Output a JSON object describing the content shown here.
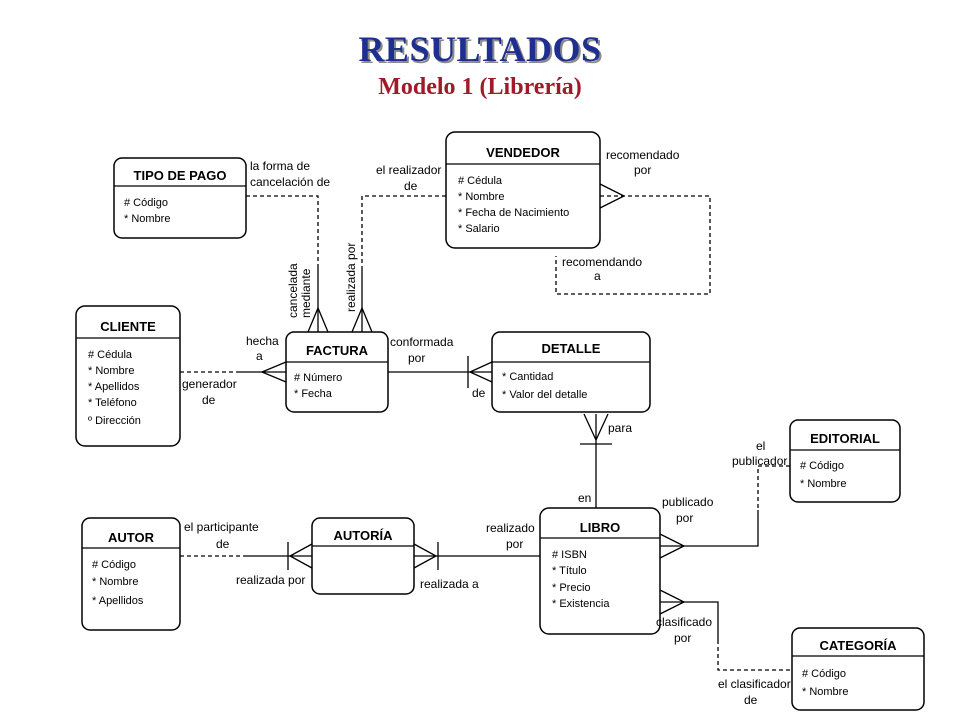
{
  "header": {
    "title": "RESULTADOS",
    "subtitle": "Modelo 1 (Librería)"
  },
  "entities": [
    {
      "id": "tipo_pago",
      "name": "TIPO DE PAGO",
      "attributes": [
        "# Código",
        "* Nombre"
      ]
    },
    {
      "id": "vendedor",
      "name": "VENDEDOR",
      "attributes": [
        "# Cédula",
        "* Nombre",
        "* Fecha de Nacimiento",
        "* Salario"
      ]
    },
    {
      "id": "cliente",
      "name": "CLIENTE",
      "attributes": [
        "# Cédula",
        "* Nombre",
        "* Apellidos",
        "* Teléfono",
        "º Dirección"
      ]
    },
    {
      "id": "factura",
      "name": "FACTURA",
      "attributes": [
        "# Número",
        "* Fecha"
      ]
    },
    {
      "id": "detalle",
      "name": "DETALLE",
      "attributes": [
        "* Cantidad",
        "* Valor del detalle"
      ]
    },
    {
      "id": "editorial",
      "name": "EDITORIAL",
      "attributes": [
        "# Código",
        "* Nombre"
      ]
    },
    {
      "id": "autor",
      "name": "AUTOR",
      "attributes": [
        "# Código",
        "* Nombre",
        "* Apellidos"
      ]
    },
    {
      "id": "autoria",
      "name": "AUTORÍA",
      "attributes": []
    },
    {
      "id": "libro",
      "name": "LIBRO",
      "attributes": [
        "# ISBN",
        "* Título",
        "* Precio",
        "* Existencia"
      ]
    },
    {
      "id": "categoria",
      "name": "CATEGORÍA",
      "attributes": [
        "# Código",
        "* Nombre"
      ]
    }
  ],
  "relationship_labels": [
    {
      "id": "forma_cancelacion",
      "lines": [
        "la forma de",
        "cancelación de"
      ]
    },
    {
      "id": "realizador",
      "lines": [
        "el realizador",
        "de"
      ]
    },
    {
      "id": "recomendado",
      "lines": [
        "recomendado",
        "por"
      ]
    },
    {
      "id": "recomendando",
      "lines": [
        "recomendando",
        "a"
      ]
    },
    {
      "id": "cancelada",
      "lines": [
        "cancelada",
        "mediante"
      ]
    },
    {
      "id": "realizada_por_v",
      "lines": [
        "realizada por"
      ]
    },
    {
      "id": "hecha",
      "lines": [
        "hecha",
        "a"
      ]
    },
    {
      "id": "conformada",
      "lines": [
        "conformada",
        "por"
      ]
    },
    {
      "id": "generador",
      "lines": [
        "generador",
        "de"
      ]
    },
    {
      "id": "de_detalle",
      "lines": [
        "de"
      ]
    },
    {
      "id": "para",
      "lines": [
        "para"
      ]
    },
    {
      "id": "publicador",
      "lines": [
        "el",
        "publicador"
      ]
    },
    {
      "id": "en",
      "lines": [
        "en"
      ]
    },
    {
      "id": "participante",
      "lines": [
        "el participante",
        "de"
      ]
    },
    {
      "id": "realizado_por",
      "lines": [
        "realizado",
        "por"
      ]
    },
    {
      "id": "publicado_por",
      "lines": [
        "publicado",
        "por"
      ]
    },
    {
      "id": "realizada_por",
      "lines": [
        "realizada por"
      ]
    },
    {
      "id": "realizada_a",
      "lines": [
        "realizada a"
      ]
    },
    {
      "id": "clasificado",
      "lines": [
        "clasificado",
        "por"
      ]
    },
    {
      "id": "clasificador",
      "lines": [
        "el clasificador",
        "de"
      ]
    }
  ]
}
